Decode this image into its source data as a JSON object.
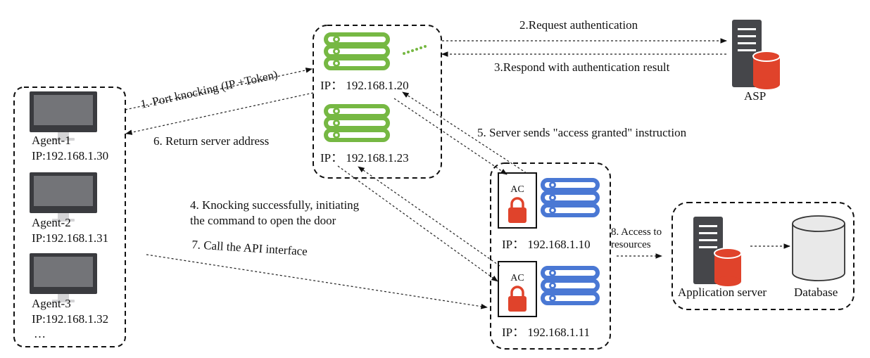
{
  "colors": {
    "nas_green": "#76b843",
    "server_blue": "#4a78d4",
    "lock_red": "#e0432b",
    "tower_dark": "#45464a",
    "monitor_dark": "#3a3b3f",
    "monitor_screen": "#737478"
  },
  "icons": {
    "agent": "computer-monitor-icon",
    "nas": "green-server-rack-icon",
    "ac": "lock-icon",
    "backend": "blue-server-rack-icon",
    "asp": "server-tower-database-icon",
    "db": "database-cylinder-icon"
  },
  "agents": [
    {
      "name": "Agent-1",
      "ip": "IP:192.168.1.30"
    },
    {
      "name": "Agent-2",
      "ip": "IP:192.168.1.31"
    },
    {
      "name": "Agent-3",
      "ip": "IP:192.168.1.32"
    }
  ],
  "agents_more": "…",
  "nas": [
    {
      "ip": "IP：  192.168.1.20"
    },
    {
      "ip": "IP：  192.168.1.23"
    }
  ],
  "gateways": [
    {
      "ac": "AC",
      "ip": "IP：  192.168.1.10"
    },
    {
      "ac": "AC",
      "ip": "IP：  192.168.1.11"
    }
  ],
  "asp_label": "ASP",
  "app_server_label": "Application server",
  "database_label": "Database",
  "steps": {
    "s1": "1. Port knocking (IP +Token)",
    "s2": "2.Request authentication",
    "s3": "3.Respond with authentication result",
    "s4_line1": "4. Knocking successfully, initiating",
    "s4_line2": "the command to open the door",
    "s5": "5. Server sends \"access granted\" instruction",
    "s6": "6. Return server address",
    "s7": "7. Call the API interface",
    "s8_line1": "8. Access to",
    "s8_line2": "resources"
  }
}
